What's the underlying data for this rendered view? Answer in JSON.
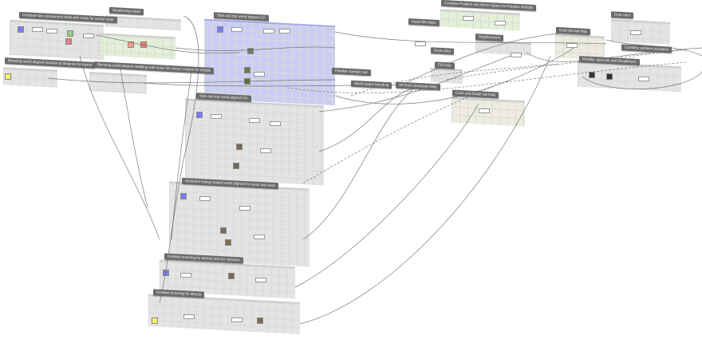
{
  "graph": {
    "groups": [
      {
        "title": "Compute two component detail with noise for corner wear"
      },
      {
        "title": "Weathering mask"
      },
      {
        "title": "Side and top world aligned UV"
      },
      {
        "title": "Blending world aligned textures of distance for layers"
      },
      {
        "title": "Blending world aligned detailing with noise for corner erosion for details"
      },
      {
        "title": "Side and top world aligned UV"
      },
      {
        "title": "Distortion lookup based world aligned for moss and wear"
      },
      {
        "title": "Detailed texturing for albedo and AO variation"
      },
      {
        "title": "Detailed texturing for albedo"
      },
      {
        "title": "Combine Position into World Space for Parallax Multiply"
      },
      {
        "title": "Assemble base"
      },
      {
        "title": "Displacement"
      },
      {
        "title": "Dust Normal Map"
      },
      {
        "title": "Dust color"
      },
      {
        "title": "Combine ambient occlusion"
      },
      {
        "title": "Metallic, specular and Roughness"
      },
      {
        "title": "Color and Detail Normals"
      },
      {
        "title": "Parallax Sample Set"
      },
      {
        "title": "World space blending"
      },
      {
        "title": "AO from Occlusion Map"
      },
      {
        "title": "Fill color"
      },
      {
        "title": "Rock color"
      }
    ]
  },
  "colors": {
    "accent_blue": "#c6c9f1",
    "accent_green": "#e0efd2",
    "title_bg": "#6b6b6b"
  }
}
